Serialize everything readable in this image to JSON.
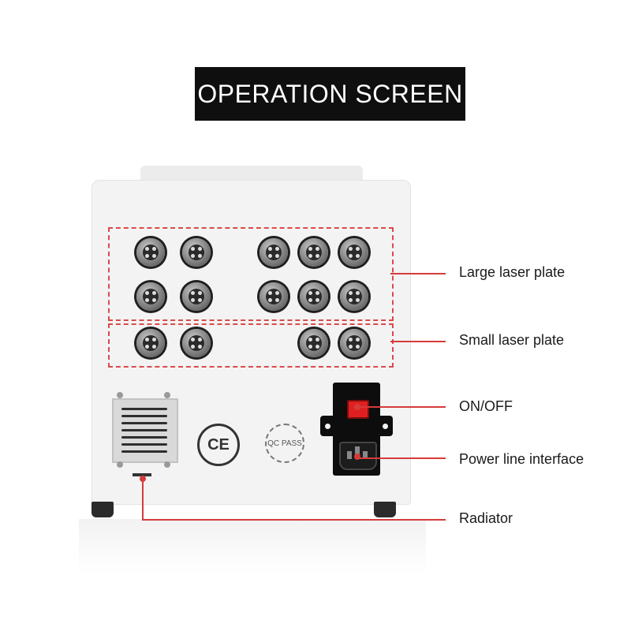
{
  "title": "OPERATION SCREEN",
  "labels": {
    "large_laser_plate": "Large laser plate",
    "small_laser_plate": "Small laser plate",
    "on_off": "ON/OFF",
    "power_line_interface": "Power line interface",
    "radiator": "Radiator"
  },
  "badges": {
    "ce": "CE",
    "qc": "QC PASS"
  },
  "colors": {
    "accent_red": "#d63b3b",
    "banner_bg": "#0f0f0f",
    "device_body": "#f3f3f3"
  }
}
